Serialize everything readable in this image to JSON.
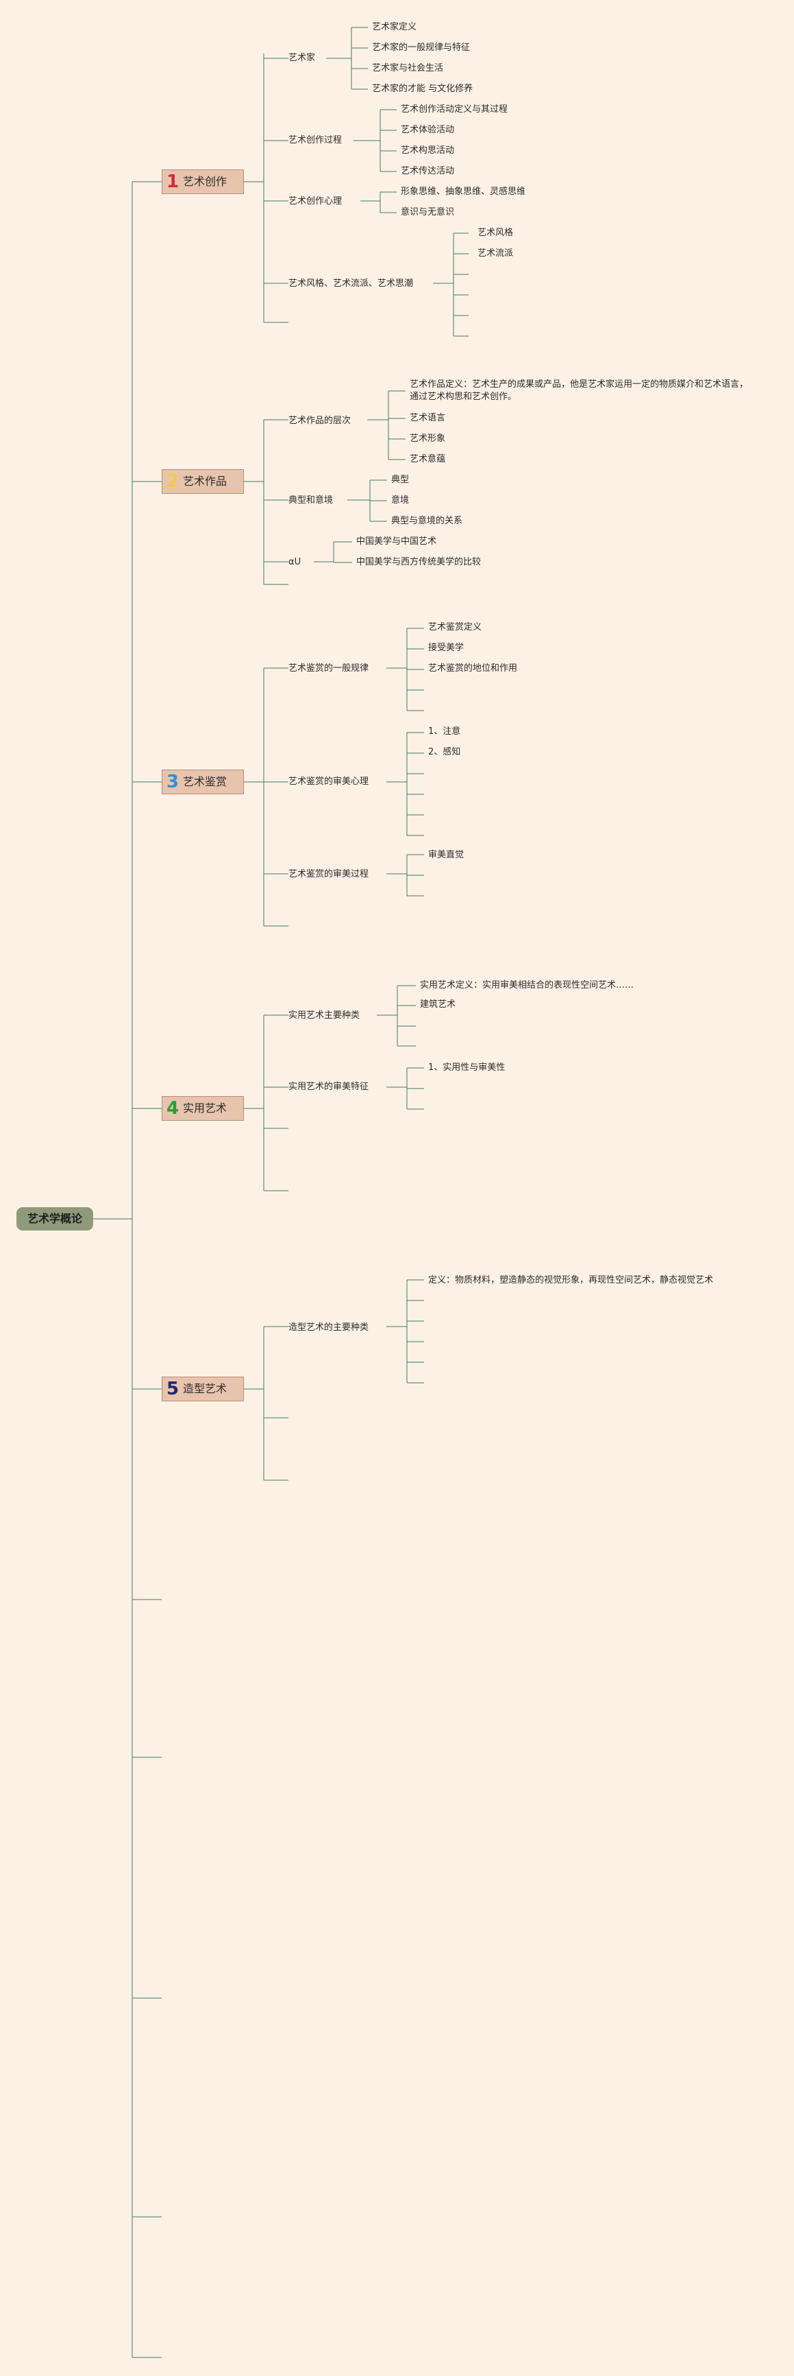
{
  "root": "艺术学概论",
  "branches": [
    {
      "num": "1",
      "label": "艺术创作",
      "color": "#d9283a",
      "children": [
        {
          "label": "艺术家",
          "children": [
            "艺术家定义",
            "艺术家的一般规律与特征",
            "艺术家与社会生活",
            "艺术家的才能 与文化修养"
          ]
        },
        {
          "label": "艺术创作过程",
          "children": [
            "艺术创作活动定义与其过程",
            "艺术体验活动",
            "艺术构思活动",
            "艺术传达活动"
          ]
        },
        {
          "label": "艺术创作心理",
          "children": [
            "形象思维、抽象思维、灵感思维",
            "意识与无意识"
          ]
        },
        {
          "label": "艺术风格、艺术流派、艺术思潮",
          "children": [
            "艺术风格",
            "艺术流派"
          ]
        }
      ]
    },
    {
      "num": "2",
      "label": "艺术作品",
      "color": "#f2c94c",
      "children": [
        {
          "label": "艺术作品的层次",
          "children": [
            "艺术作品定义：艺术生产的成果或产品，他是艺术家运用一定的物质媒介和艺术语言，通过艺术构思和艺术创作。",
            "艺术语言",
            "艺术形象",
            "艺术意蕴"
          ]
        },
        {
          "label": "典型和意境",
          "children": [
            "典型",
            "意境",
            "典型与意境的关系"
          ]
        },
        {
          "label": "αU",
          "children": [
            "中国美学与中国艺术",
            "中国美学与西方传统美学的比较"
          ]
        }
      ]
    },
    {
      "num": "3",
      "label": "艺术鉴赏",
      "color": "#2f8fd6",
      "children": [
        {
          "label": "艺术鉴赏的一般规律",
          "children": [
            "艺术鉴赏定义",
            "接受美学",
            "艺术鉴赏的地位和作用"
          ]
        },
        {
          "label": "艺术鉴赏的审美心理",
          "children": [
            "1、注意",
            "2、感知"
          ]
        },
        {
          "label": "艺术鉴赏的审美过程",
          "children": [
            "审美直觉"
          ]
        }
      ]
    },
    {
      "num": "4",
      "label": "实用艺术",
      "color": "#2e9b3c",
      "children": [
        {
          "label": "实用艺术主要种类",
          "children": [
            "实用艺术定义：实用审美相结合的表现性空间艺术……",
            "建筑艺术"
          ]
        },
        {
          "label": "实用艺术的审美特征",
          "children": [
            "1、实用性与审美性"
          ]
        }
      ]
    },
    {
      "num": "5",
      "label": "造型艺术",
      "color": "#1f2a6e",
      "children": [
        {
          "label": "造型艺术的主要种类",
          "children": [
            "定义：物质材料，塑造静态的视觉形象，再现性空间艺术，静态视觉艺术"
          ]
        }
      ]
    }
  ]
}
